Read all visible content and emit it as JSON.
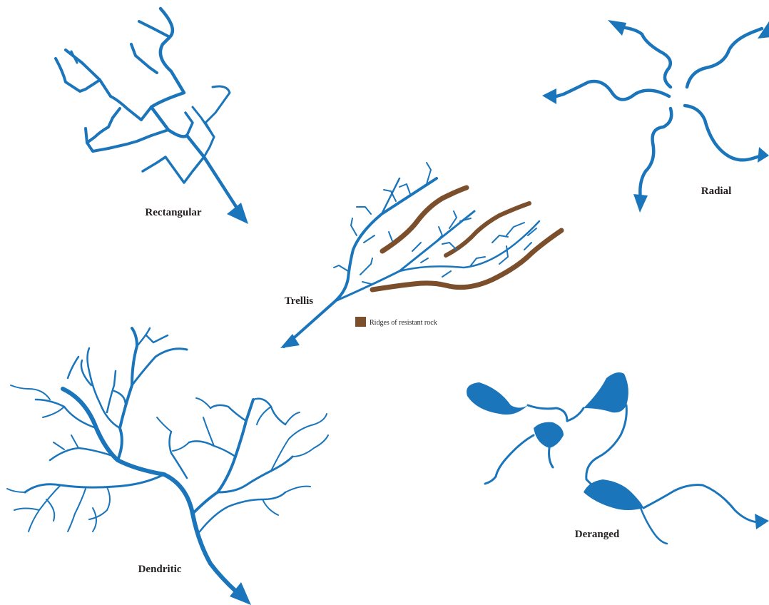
{
  "patterns": {
    "rectangular": {
      "label": "Rectangular"
    },
    "trellis": {
      "label": "Trellis"
    },
    "radial": {
      "label": "Radial"
    },
    "dendritic": {
      "label": "Dendritic"
    },
    "deranged": {
      "label": "Deranged"
    }
  },
  "legend": {
    "label": "Ridges of resistant rock"
  },
  "colors": {
    "river": "#1b75bb",
    "ridge": "#7b4f2c",
    "label_text": "#231f20"
  },
  "icons": {
    "flow_direction": "arrowhead-icon",
    "legend_marker": "ridge-swatch-icon"
  }
}
